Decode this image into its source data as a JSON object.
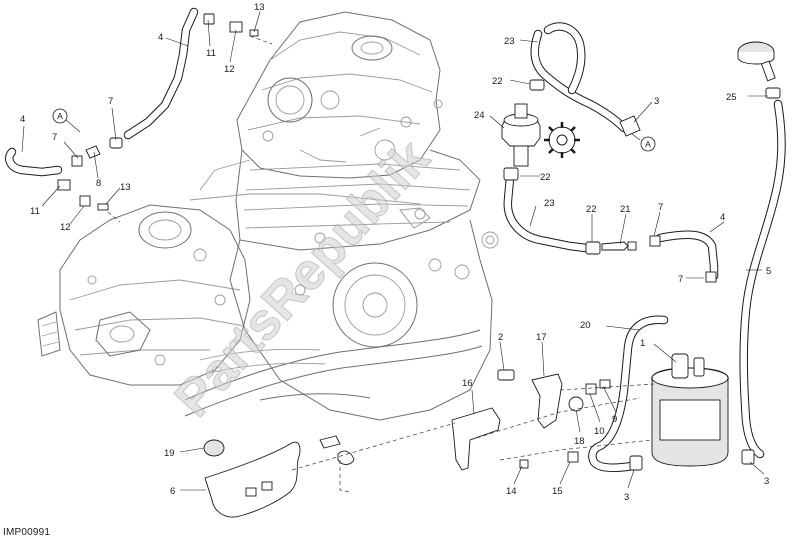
{
  "diagram": {
    "doc_code": "IMP00991",
    "watermark": "PartsRepublik",
    "callouts": {
      "c1": "1",
      "c2": "2",
      "c3a": "3",
      "c3b": "3",
      "c3c": "3",
      "c4a": "4",
      "c4b": "4",
      "c4c": "4",
      "c5": "5",
      "c6": "6",
      "c7a": "7",
      "c7b": "7",
      "c7c": "7",
      "c7d": "7",
      "c8": "8",
      "c9": "9",
      "c10": "10",
      "c11a": "11",
      "c11b": "11",
      "c12a": "12",
      "c12b": "12",
      "c13a": "13",
      "c13b": "13",
      "c14": "14",
      "c15": "15",
      "c16": "16",
      "c17": "17",
      "c18": "18",
      "c19": "19",
      "c20": "20",
      "c21": "21",
      "c22a": "22",
      "c22b": "22",
      "c22c": "22",
      "c23a": "23",
      "c23b": "23",
      "c24": "24",
      "c25": "25"
    },
    "connection_markers": {
      "m1": "A",
      "m2": "A"
    }
  }
}
